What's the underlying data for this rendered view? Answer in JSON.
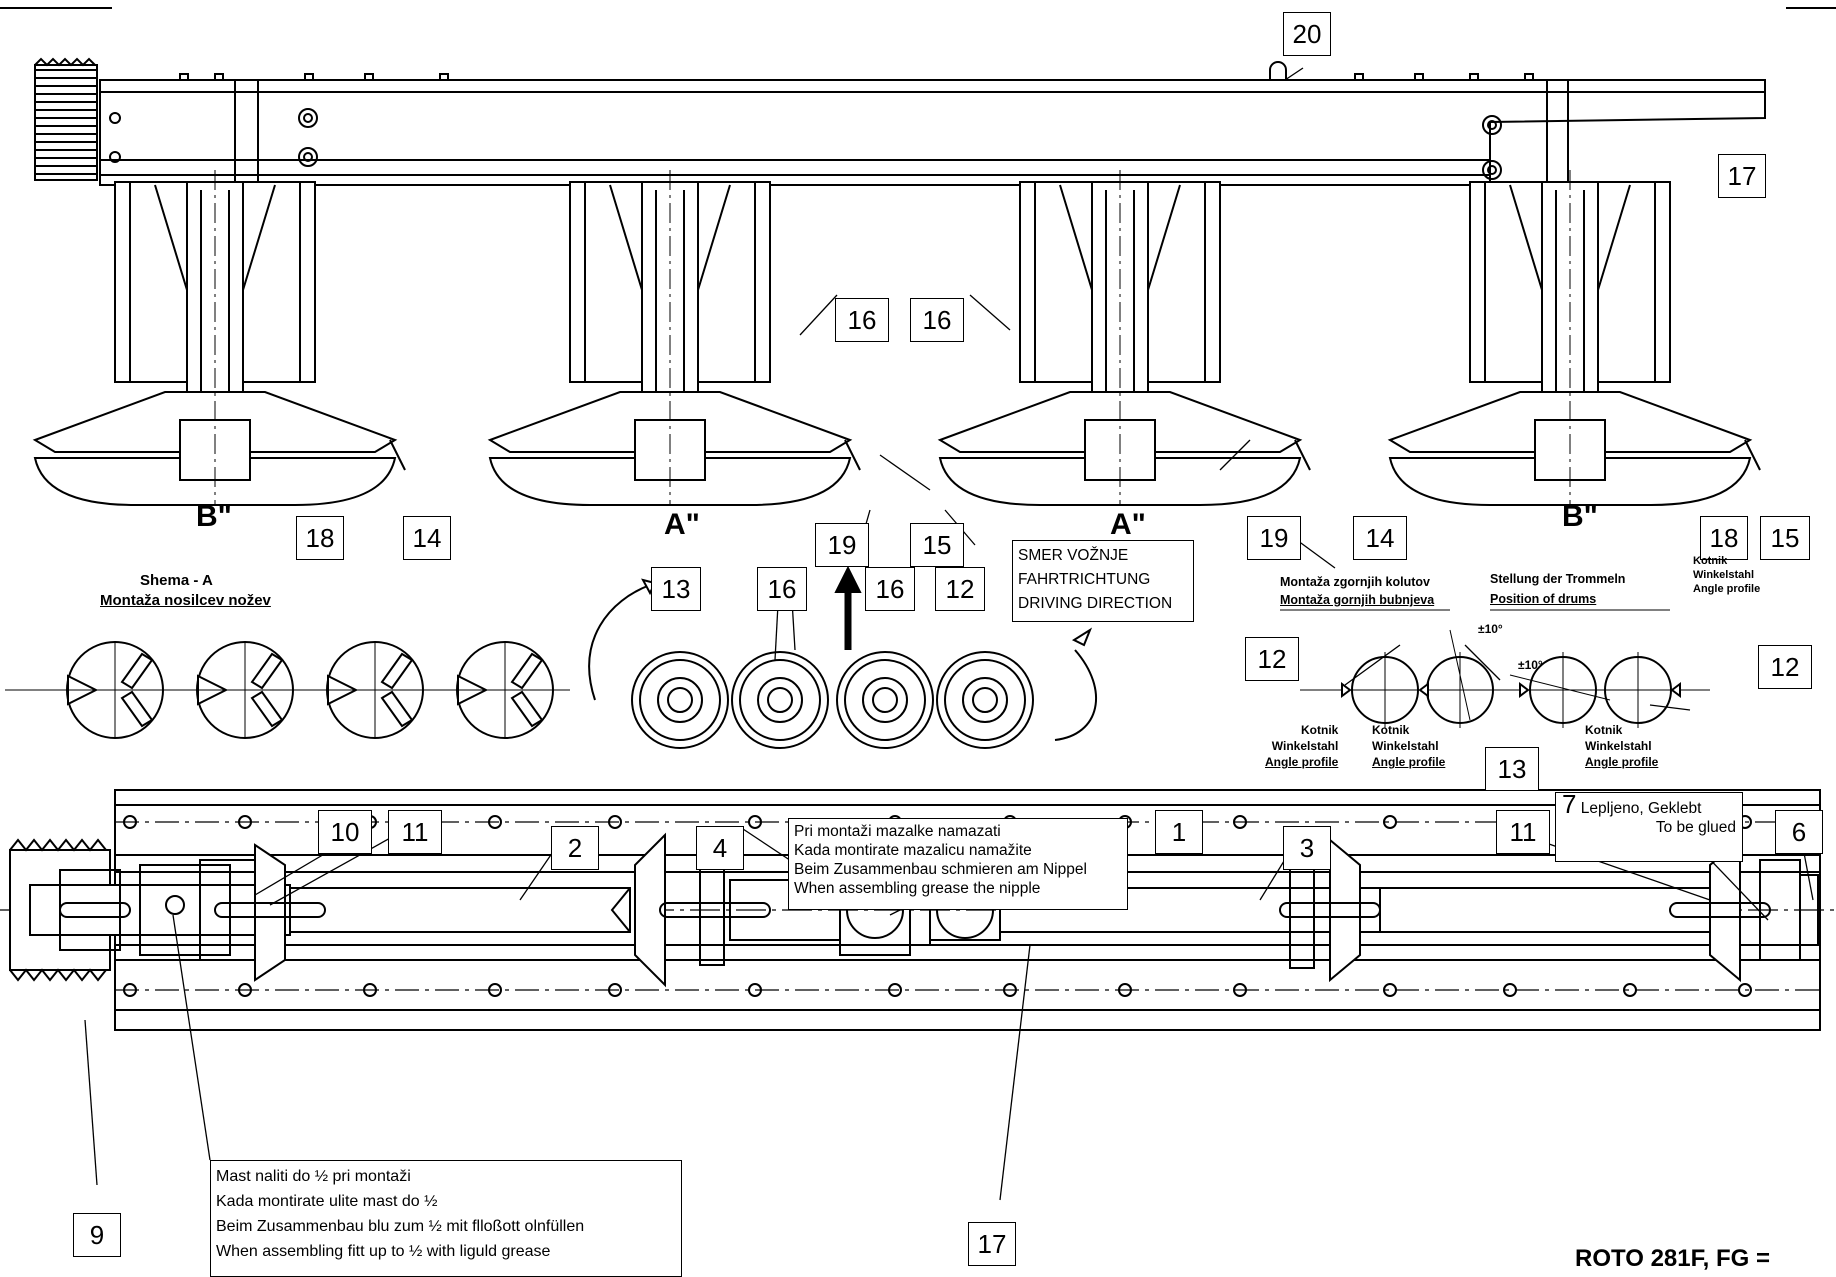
{
  "callouts": {
    "n20": "20",
    "n17_top": "17",
    "n16_left": "16",
    "n16_right": "16",
    "n18_left": "18",
    "n14_left": "14",
    "n19_left": "19",
    "n15_mid": "15",
    "n19_right": "19",
    "n14_right": "14",
    "n18_right": "18",
    "n15_right": "15",
    "n13_a": "13",
    "n16_a": "16",
    "n16_b": "16",
    "n12_a": "12",
    "n12_left": "12",
    "n12_right": "12",
    "n13_b": "13",
    "n10": "10",
    "n11_left": "11",
    "n2": "2",
    "n4": "4",
    "n1": "1",
    "n3": "3",
    "n11_right": "11",
    "n6": "6",
    "n9": "9",
    "n17_bottom": "17"
  },
  "drum_labels": {
    "b_left": "B\"",
    "a_left": "A\"",
    "a_right": "A\"",
    "b_right": "B\""
  },
  "schema": {
    "title": "Shema - A",
    "subtitle": "Montaža nosilcev nožev"
  },
  "driving_direction": [
    "SMER VOŽNJE",
    "FAHRTRICHTUNG",
    "DRIVING DIRECTION"
  ],
  "drum_position": {
    "head1": [
      "Montaža zgornjih kolutov",
      "Montaža gornjih bubnjeva"
    ],
    "head2": [
      "Stellung der Trommeln",
      "Position of drums"
    ],
    "angle_top": [
      "Kotnik",
      "Winkelstahl",
      "Angle profile"
    ],
    "angle_1": [
      "Kotnik",
      "Winkelstahl",
      "Angle profile"
    ],
    "angle_2": [
      "Kotnik",
      "Winkelstahl",
      "Angle profile"
    ],
    "angle_3": [
      "Kotnik",
      "Winkelstahl",
      "Angle profile"
    ],
    "tol1": "±10°",
    "tol2": "±10°"
  },
  "grease_note": [
    "Pri montaži mazalke namazati",
    "Kada montirate mazalicu namažite",
    "Beim Zusammenbau schmieren am Nippel",
    "When assembling grease the nipple"
  ],
  "glue_note": {
    "num": "7",
    "line1": "Lepljeno, Geklebt",
    "line2": "To be glued"
  },
  "fill_note": [
    "Mast naliti do ½ pri montaži",
    "Kada montirate ulite mast do ½",
    "Beim Zusammenbau blu zum ½ mit flloßott olnfüllen",
    "When assembling fitt up to ½ with liguld grease"
  ],
  "model": "ROTO 281F, FG ="
}
